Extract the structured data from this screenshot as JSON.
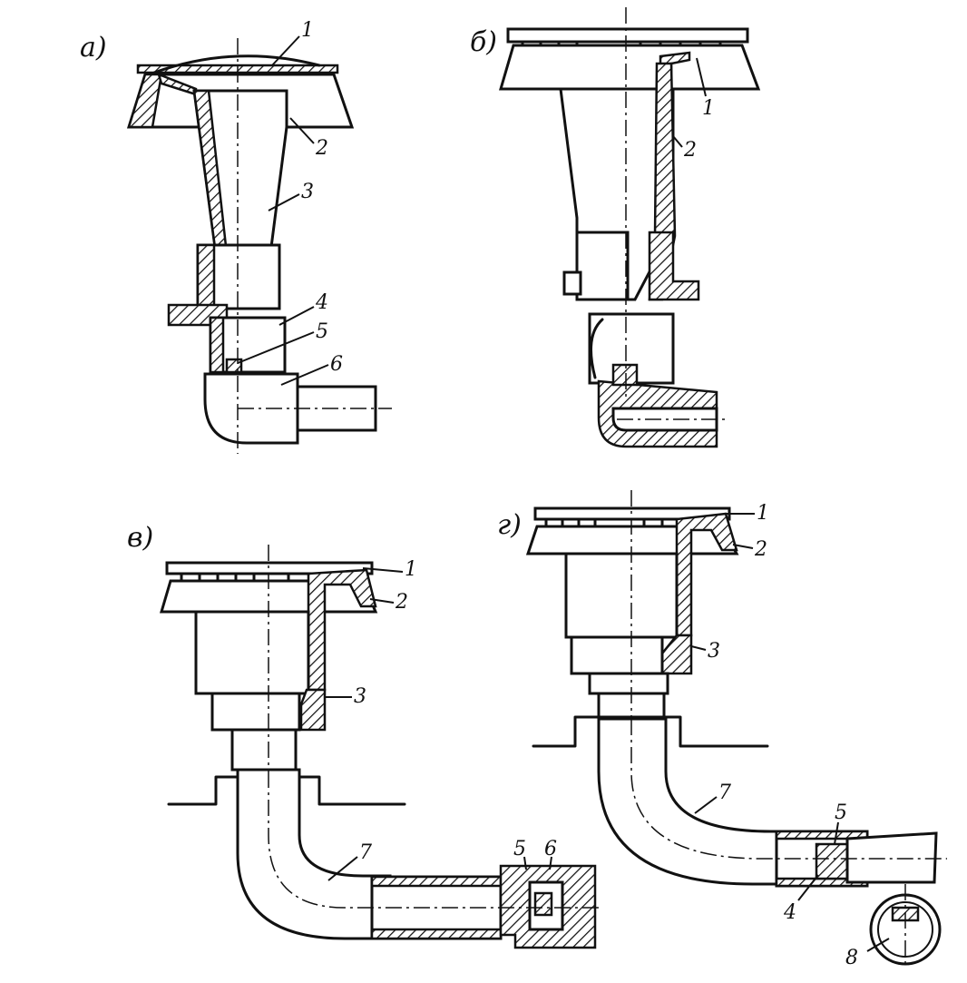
{
  "panels": [
    {
      "id": "a",
      "label": "а)",
      "callouts": [
        "1",
        "2",
        "3",
        "4",
        "5",
        "6"
      ]
    },
    {
      "id": "b",
      "label": "б)",
      "callouts": [
        "1",
        "2"
      ]
    },
    {
      "id": "v",
      "label": "в)",
      "callouts": [
        "1",
        "2",
        "3",
        "7",
        "5",
        "6"
      ]
    },
    {
      "id": "g",
      "label": "г)",
      "callouts": [
        "1",
        "2",
        "3",
        "7",
        "5",
        "4",
        "8"
      ]
    }
  ]
}
